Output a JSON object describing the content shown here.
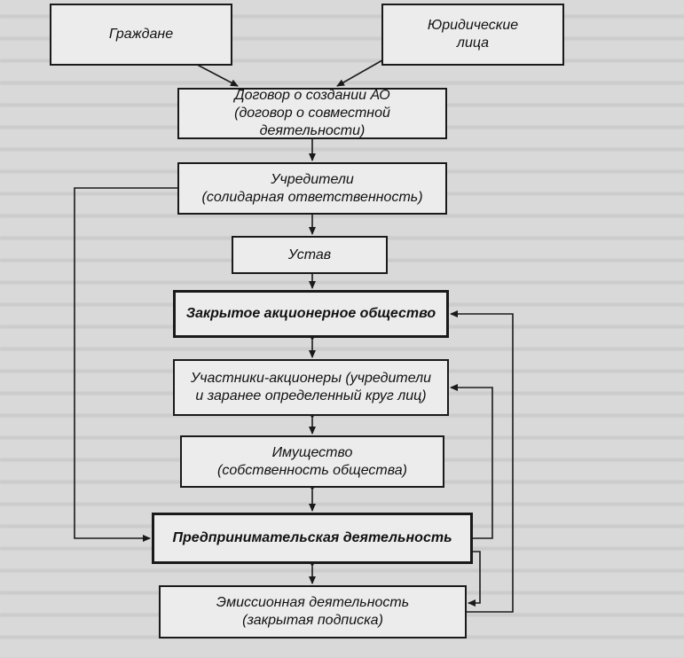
{
  "diagram": {
    "nodes": {
      "citizens": {
        "lines": [
          "Граждане"
        ]
      },
      "legal_entities": {
        "lines": [
          "Юридические",
          "лица"
        ]
      },
      "agreement": {
        "lines": [
          "Договор о создании АО",
          "(договор о совместной деятельности)"
        ]
      },
      "founders": {
        "lines": [
          "Учредители",
          "(солидарная ответственность)"
        ]
      },
      "charter": {
        "lines": [
          "Устав"
        ]
      },
      "closed_jsc": {
        "lines": [
          "Закрытое акционерное общество"
        ]
      },
      "participants": {
        "lines": [
          "Участники-акционеры (учредители",
          "и заранее определенный круг лиц)"
        ]
      },
      "property": {
        "lines": [
          "Имущество",
          "(собственность общества)"
        ]
      },
      "business": {
        "lines": [
          "Предпринимательская деятельность"
        ]
      },
      "emission": {
        "lines": [
          "Эмиссионная деятельность",
          "(закрытая подписка)"
        ]
      }
    }
  }
}
